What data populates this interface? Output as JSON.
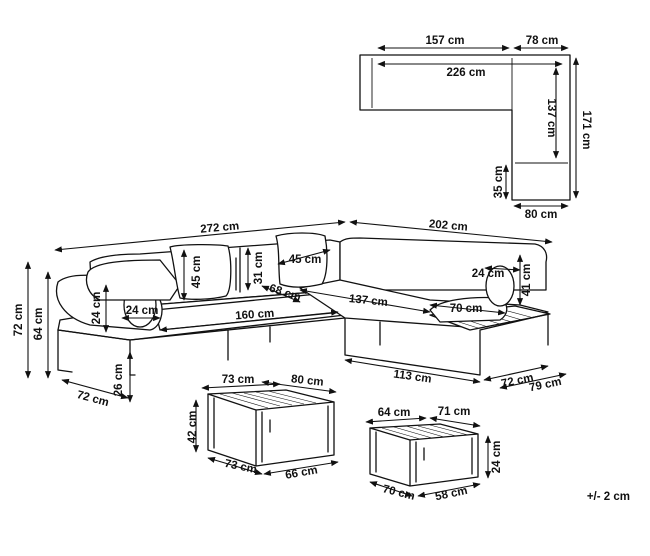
{
  "diagram": {
    "plan": {
      "top_left_width": "157 cm",
      "top_right_width": "78 cm",
      "total_length": "226 cm",
      "inner_side": "137 cm",
      "total_side": "171 cm",
      "end_depth": "35 cm",
      "end_width": "80 cm"
    },
    "sofa": {
      "long_length": "272 cm",
      "short_length": "202 cm",
      "pillow_a_size": "45 cm",
      "pillow_b_size": "45 cm",
      "back_height": "31 cm",
      "seat_depth": "68 cm",
      "inner_length": "137 cm",
      "chaise_width": "70 cm",
      "bolster_right_diameter": "24 cm",
      "right_arm_height": "41 cm",
      "total_height": "72 cm",
      "seat_height": "64 cm",
      "bolster_left_diameter": "24 cm",
      "bolster_left_diameter_2": "24 cm",
      "seat_length": "160 cm",
      "leg_height": "26 cm",
      "left_depth": "72 cm",
      "side_length": "113 cm",
      "right_depth": "72 cm",
      "right_width": "79 cm"
    },
    "large_table": {
      "top_depth": "73 cm",
      "top_width": "80 cm",
      "height": "42 cm",
      "bottom_depth": "73 cm",
      "bottom_width": "66 cm"
    },
    "small_table": {
      "top_depth": "64 cm",
      "top_width": "71 cm",
      "height": "24 cm",
      "bottom_depth": "70 cm",
      "bottom_width": "58 cm"
    },
    "tolerance": "+/- 2 cm"
  }
}
